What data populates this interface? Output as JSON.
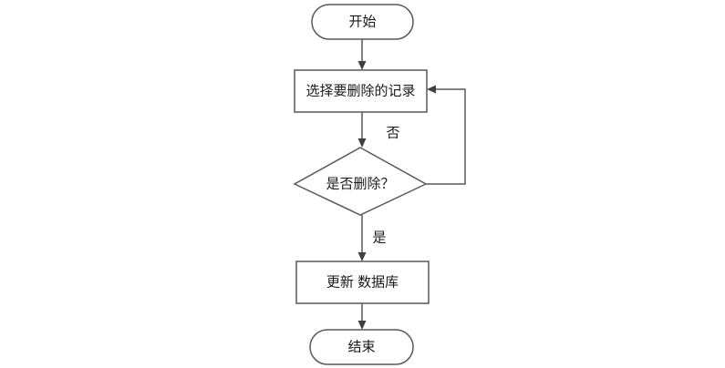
{
  "diagram": {
    "type": "flowchart",
    "description": "Delete-record flowchart",
    "colors": {
      "background": "#ffffff",
      "shape_fill": "#ffffff",
      "line": "#595959",
      "arrowhead": "#404040",
      "text": "#1a1a1a"
    },
    "nodes": [
      {
        "id": "start",
        "type": "terminator",
        "label": "开始"
      },
      {
        "id": "select",
        "type": "process",
        "label": "选择要删除的记录"
      },
      {
        "id": "decision",
        "type": "decision",
        "label": "是否删除？"
      },
      {
        "id": "update",
        "type": "process",
        "label": "更新 数据库"
      },
      {
        "id": "end",
        "type": "terminator",
        "label": "结束"
      }
    ],
    "edges": [
      {
        "from": "start",
        "to": "select",
        "label": ""
      },
      {
        "from": "select",
        "to": "decision",
        "label": ""
      },
      {
        "from": "decision",
        "to": "select",
        "label": "否"
      },
      {
        "from": "decision",
        "to": "update",
        "label": "是"
      },
      {
        "from": "update",
        "to": "end",
        "label": ""
      }
    ]
  }
}
